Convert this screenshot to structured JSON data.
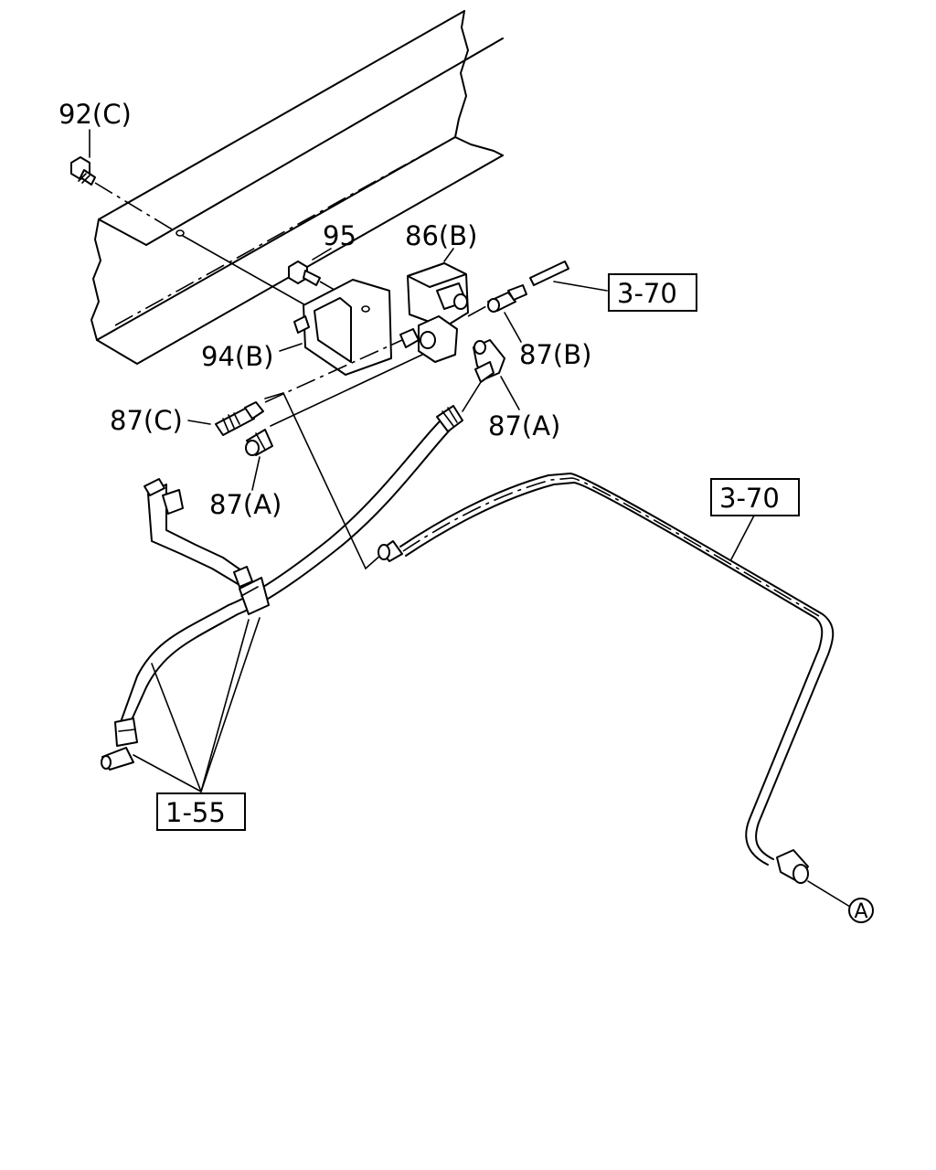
{
  "labels": {
    "bolt_92c": "92(C)",
    "bolt_95": "95",
    "valve_86b": "86(B)",
    "ref_370_top": "3-70",
    "bracket_94b": "94(B)",
    "fitting_87b": "87(B)",
    "fitting_87c": "87(C)",
    "fitting_87a_right": "87(A)",
    "fitting_87a_left": "87(A)",
    "ref_370_mid": "3-70",
    "ref_155": "1-55",
    "callout_a": "A"
  },
  "colors": {
    "line": "#000000",
    "background": "#ffffff"
  }
}
